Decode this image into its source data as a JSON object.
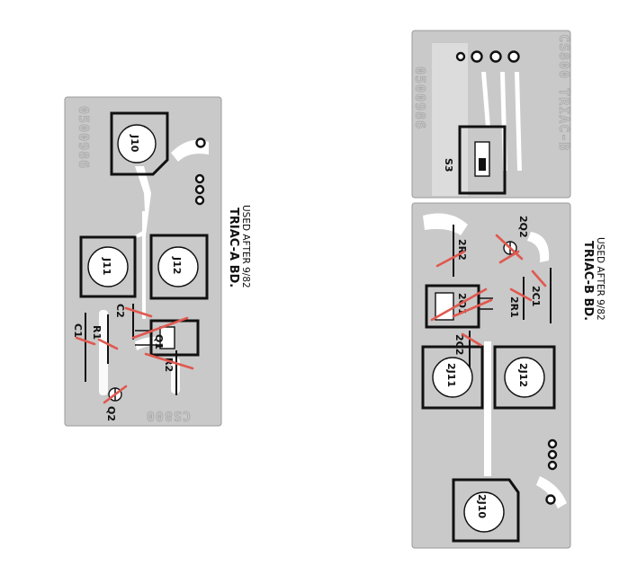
{
  "board_a": {
    "part_number": "0500986",
    "board_code": "CS800",
    "title": "TRIAC-A BD.",
    "subtitle": "USED AFTER 9/82",
    "components": {
      "j10": "J10",
      "j11": "J11",
      "j12": "J12",
      "c1": "C1",
      "c2": "C2",
      "r1": "R1",
      "r2": "R2",
      "q1": "Q1",
      "q2": "Q2"
    }
  },
  "board_b": {
    "part_number": "0500986",
    "board_code": "CS800 TRIAC-B",
    "title": "TRIAC-B BD.",
    "subtitle": "USED AFTER 9/82",
    "components": {
      "s3": "S3",
      "j10": "2J10",
      "j11": "2J11",
      "j12": "2J12",
      "c1": "2C1",
      "c2": "2C2",
      "r1": "2R1",
      "r2": "2R2",
      "q1": "2Q1",
      "q2": "2Q2"
    }
  },
  "colors": {
    "board": "#c9c9c9",
    "ink": "#111111",
    "cut_mark": "#e0584f"
  }
}
